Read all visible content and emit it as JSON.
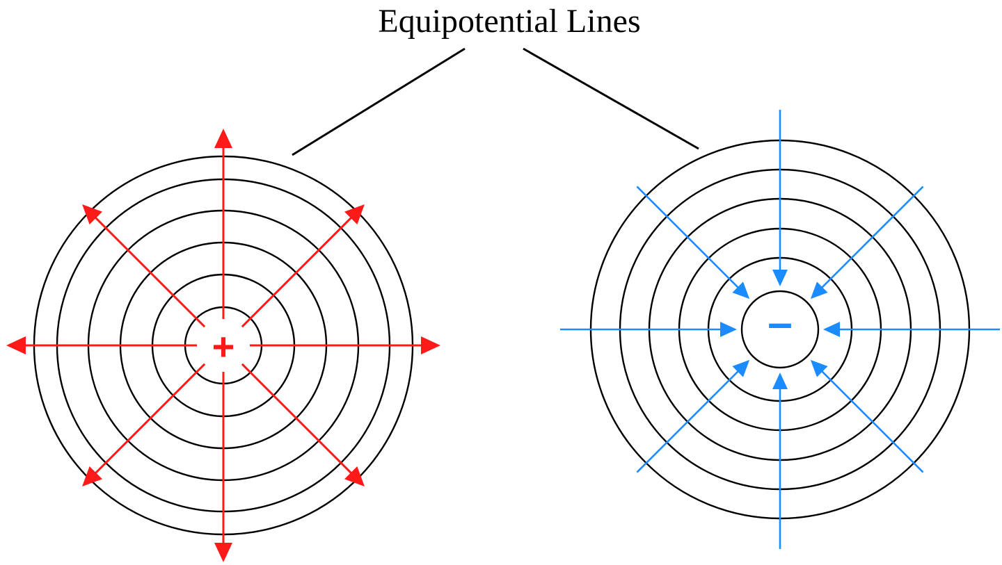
{
  "title": "Equipotential Lines",
  "positive_charge": {
    "symbol": "+",
    "field_direction": "outward",
    "color": "#ff1a1a",
    "ring_count": 6,
    "field_line_count": 8
  },
  "negative_charge": {
    "symbol": "–",
    "field_direction": "inward",
    "color": "#1a8cff",
    "ring_count": 6,
    "field_line_count": 8
  },
  "colors": {
    "equipotential": "#000000",
    "leader": "#000000"
  }
}
